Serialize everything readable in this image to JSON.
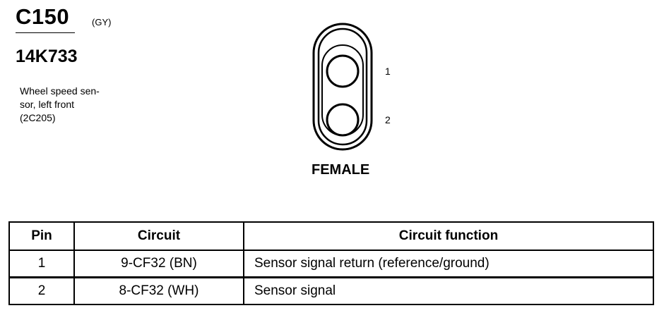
{
  "connector": {
    "id": "C150",
    "color_code": "(GY)",
    "part_number": "14K733",
    "description": "Wheel speed sen-\nsor, left front\n(2C205)",
    "gender": "FEMALE",
    "pins": [
      "1",
      "2"
    ]
  },
  "table": {
    "headers": [
      "Pin",
      "Circuit",
      "Circuit function"
    ],
    "rows": [
      {
        "pin": "1",
        "circuit": "9-CF32 (BN)",
        "function": "Sensor signal return (reference/ground)"
      },
      {
        "pin": "2",
        "circuit": "8-CF32 (WH)",
        "function": "Sensor signal"
      }
    ]
  }
}
